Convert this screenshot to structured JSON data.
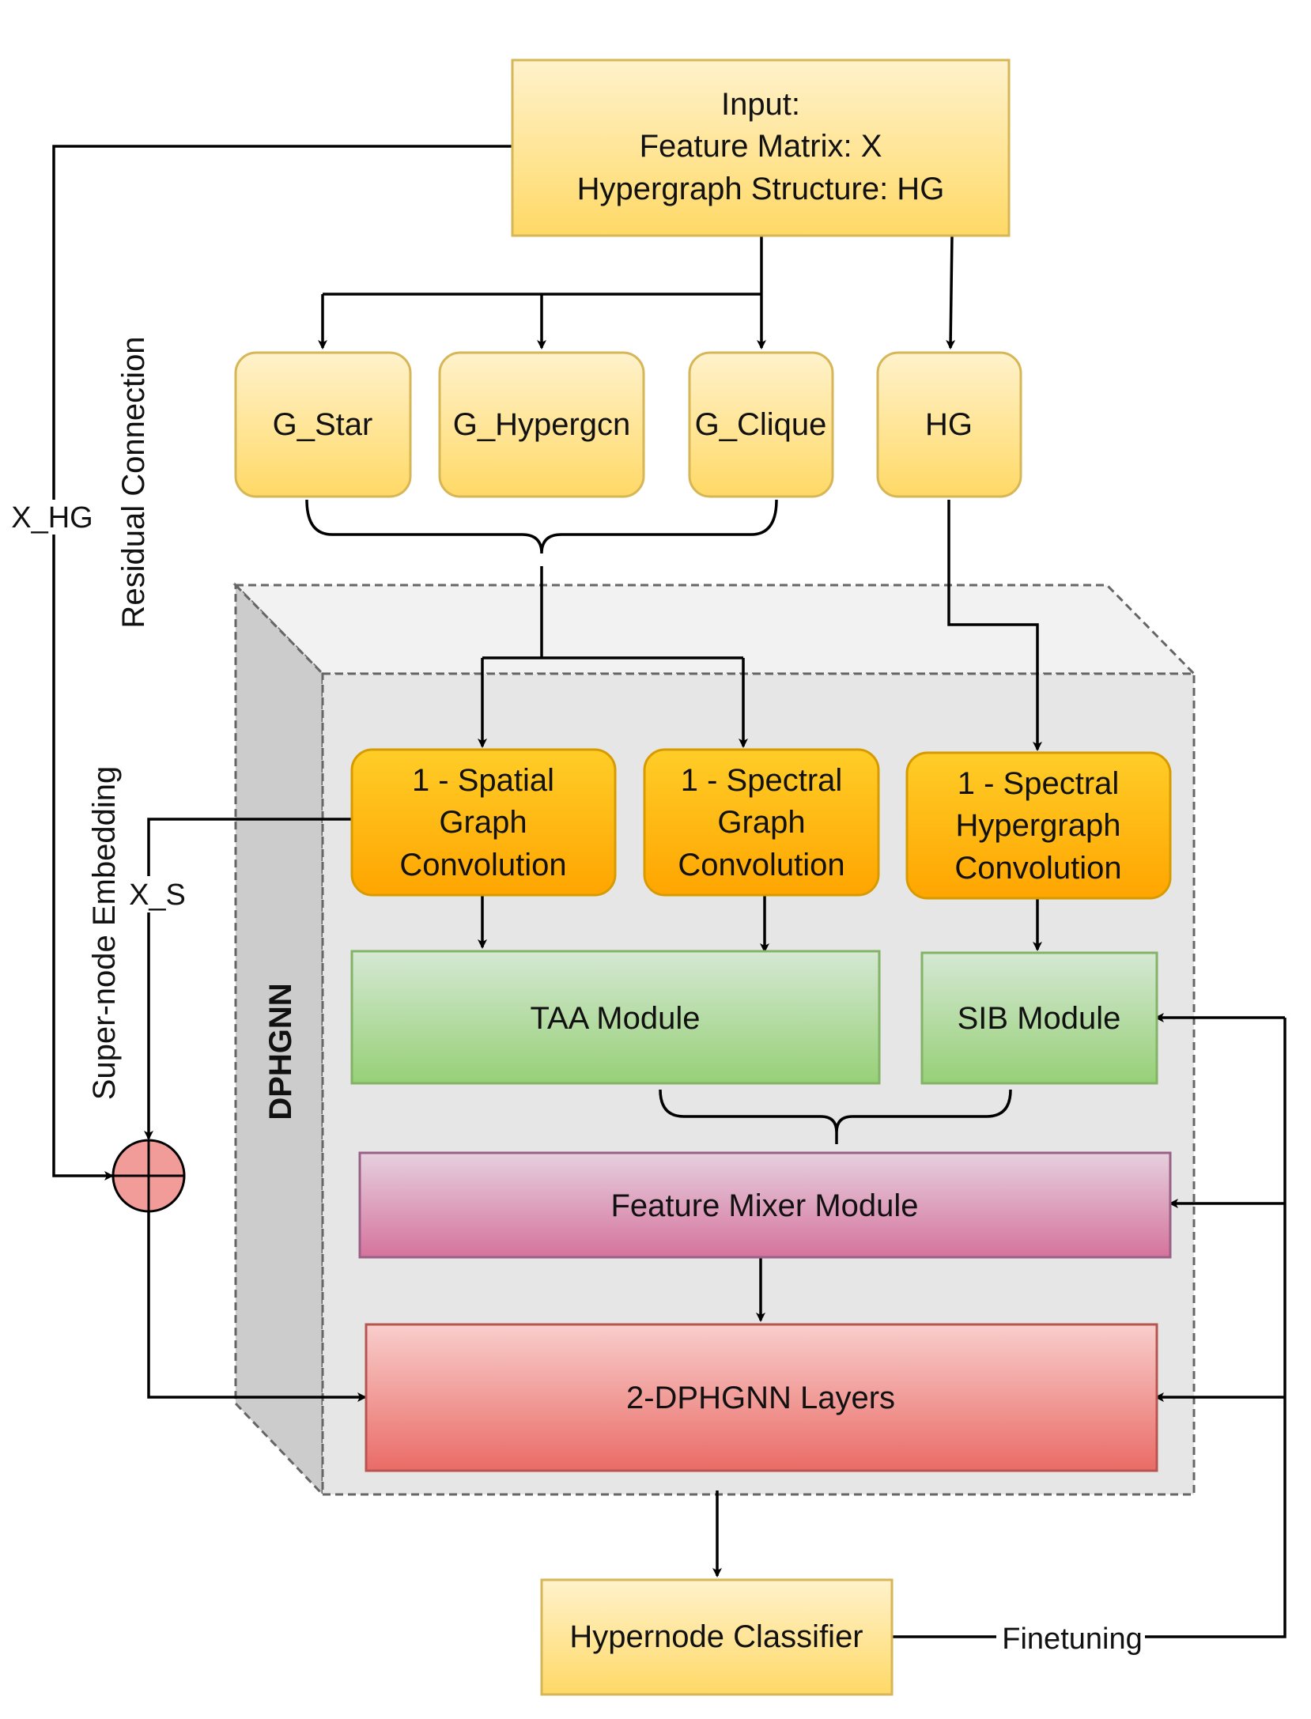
{
  "input": {
    "line1": "Input:",
    "line2": "Feature Matrix: X",
    "line3": "Hypergraph Structure: HG"
  },
  "graphs": {
    "g_star": "G_Star",
    "g_hypergcn": "G_Hypergcn",
    "g_clique": "G_Clique",
    "hg": "HG"
  },
  "dphgnn_label": "DPHGNN",
  "convs": {
    "spatial": [
      "1 - Spatial",
      "Graph",
      "Convolution"
    ],
    "spectral": [
      "1 - Spectral",
      "Graph",
      "Convolution"
    ],
    "hyper": [
      "1 - Spectral",
      "Hypergraph",
      "Convolution"
    ]
  },
  "modules": {
    "taa": "TAA Module",
    "sib": "SIB Module",
    "mixer": "Feature Mixer Module",
    "layers": "2-DPHGNN Layers",
    "classifier": "Hypernode Classifier"
  },
  "labels": {
    "x_hg": "X_HG",
    "residual": "Residual Connection",
    "supernode": "Super-node Embedding",
    "x_s": "X_S",
    "finetuning": "Finetuning"
  },
  "colors": {
    "yellow_top": "#fff2cc",
    "yellow_bottom": "#ffd966",
    "yellow_stroke": "#d6b656",
    "orange_top": "#ffcd28",
    "orange_bottom": "#ffa500",
    "orange_stroke": "#d79b00",
    "green_top": "#d5e8d4",
    "green_bottom": "#97d077",
    "green_stroke": "#82b366",
    "pink_top": "#e6d0de",
    "pink_bottom": "#d5739d",
    "pink_stroke": "#996185",
    "red_top": "#f8cecc",
    "red_bottom": "#ea6b66",
    "red_stroke": "#b85450",
    "adder_fill": "#f19c99"
  }
}
